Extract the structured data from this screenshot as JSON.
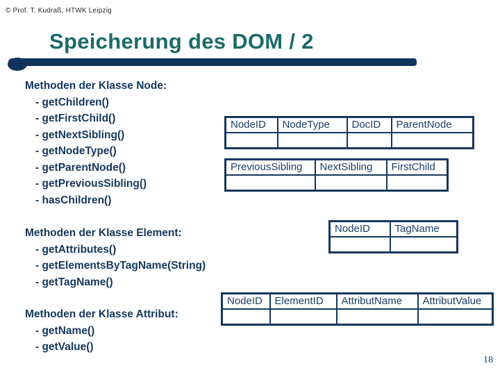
{
  "slide": {
    "copyright": "© Prof. T. Kudraß, HTWK Leipzig",
    "title": "Speicherung des DOM / 2",
    "page_number": "18"
  },
  "colors": {
    "title_teal": "#1b6a6a",
    "accent_navy": "#10355d",
    "text_navy": "#14375d"
  },
  "method_blocks": [
    {
      "heading": "Methoden der Klasse Node:",
      "items": [
        "- getChildren()",
        "- getFirstChild()",
        "- getNextSibling()",
        "- getNodeType()",
        "- getParentNode()",
        "- getPreviousSibling()",
        "- hasChildren()"
      ]
    },
    {
      "heading": "Methoden der Klasse Element:",
      "items": [
        "- getAttributes()",
        "- getElementsByTagName(String)",
        "- getTagName()"
      ]
    },
    {
      "heading": "Methoden der Klasse Attribut:",
      "items": [
        "- getName()",
        "- getValue()"
      ]
    }
  ],
  "tables": [
    {
      "headers": [
        "NodeID",
        "NodeType",
        "DocID",
        "ParentNode"
      ]
    },
    {
      "headers": [
        "PreviousSibling",
        "NextSibling",
        "FirstChild"
      ]
    },
    {
      "headers": [
        "NodeID",
        "TagName"
      ]
    },
    {
      "headers": [
        "NodeID",
        "ElementID",
        "AttributName",
        "AttributValue"
      ]
    }
  ]
}
